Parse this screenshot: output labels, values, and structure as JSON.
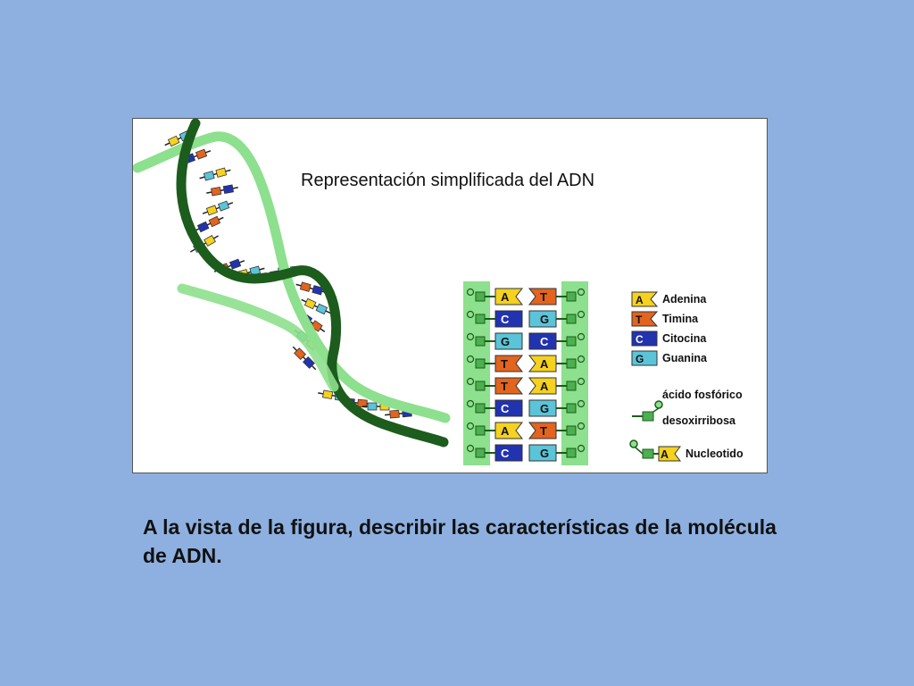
{
  "slide": {
    "background": "#8db0e0",
    "figure": {
      "title": "Representación simplificada del ADN",
      "colors": {
        "adenina": "#f4d21f",
        "timina": "#e2641e",
        "citocina": "#2233b0",
        "guanina": "#5bc4d8",
        "backbone_light": "#8de08d",
        "backbone_dark": "#1c5c1c"
      },
      "ladder_pairs": [
        {
          "left": "A",
          "right": "T"
        },
        {
          "left": "C",
          "right": "G"
        },
        {
          "left": "G",
          "right": "C"
        },
        {
          "left": "T",
          "right": "A"
        },
        {
          "left": "T",
          "right": "A"
        },
        {
          "left": "C",
          "right": "G"
        },
        {
          "left": "A",
          "right": "T"
        },
        {
          "left": "C",
          "right": "G"
        }
      ],
      "legend": {
        "bases": [
          {
            "letter": "A",
            "label": "Adenina"
          },
          {
            "letter": "T",
            "label": "Timina"
          },
          {
            "letter": "C",
            "label": "Citocina"
          },
          {
            "letter": "G",
            "label": "Guanina"
          }
        ],
        "acido_fosforico": "ácido fosfórico",
        "desoxirribosa": "desoxirribosa",
        "nucleotido": "Nucleotido",
        "nucleotido_letter": "A"
      }
    },
    "caption": "A la vista de la figura, describir las características de la molécula de ADN."
  }
}
